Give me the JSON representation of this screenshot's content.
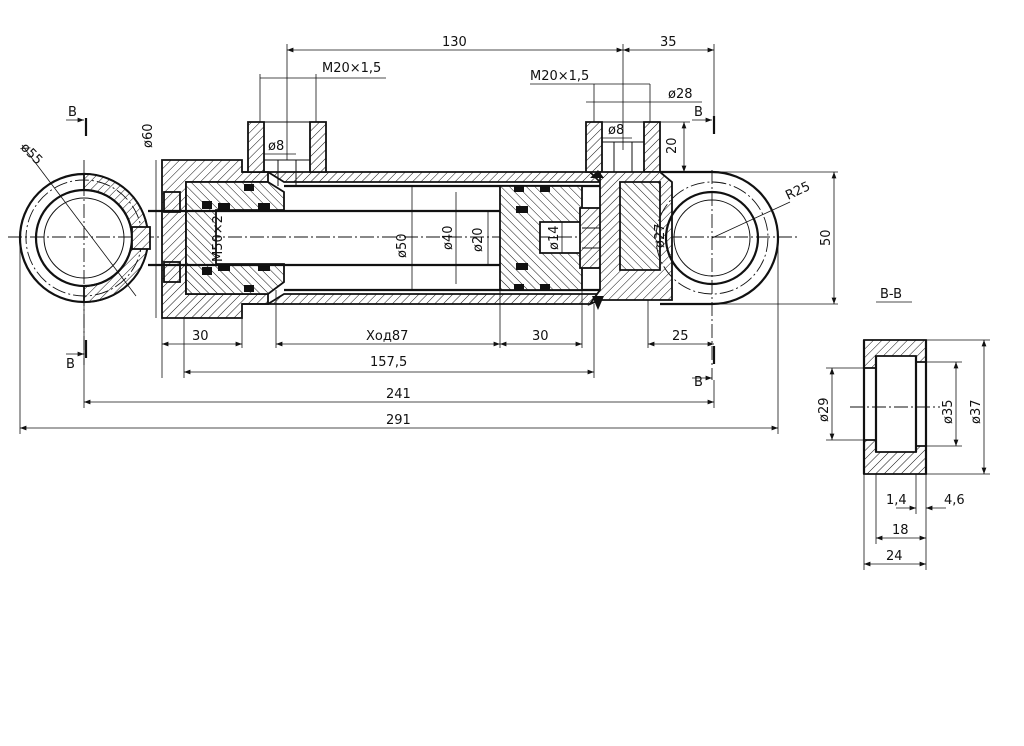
{
  "dimensions": {
    "d130": "130",
    "d35": "35",
    "thread_left": "M20×1,5",
    "thread_right": "M20×1,5",
    "dia28": "ø28",
    "dia8_left": "ø8",
    "dia8_right": "ø8",
    "d20": "20",
    "dia60": "ø60",
    "dia55": "ø55",
    "r25": "R25",
    "d50": "50",
    "m50": "M50×2",
    "dia50": "ø50",
    "dia40": "ø40",
    "dia20": "ø20",
    "dia14": "ø14",
    "dia27": "ø27",
    "d30_left": "30",
    "stroke": "Ход87",
    "d30_right": "30",
    "d25": "25",
    "d157": "157,5",
    "d241": "241",
    "d291": "291"
  },
  "section_marks": {
    "top_left": "B",
    "bottom_left": "B",
    "top_right": "B",
    "bottom_right": "B"
  },
  "section_view": {
    "title": "B-B",
    "dia29": "ø29",
    "dia35": "ø35",
    "dia37": "ø37",
    "d1_4": "1,4",
    "d4_6": "4,6",
    "d18": "18",
    "d24": "24"
  }
}
